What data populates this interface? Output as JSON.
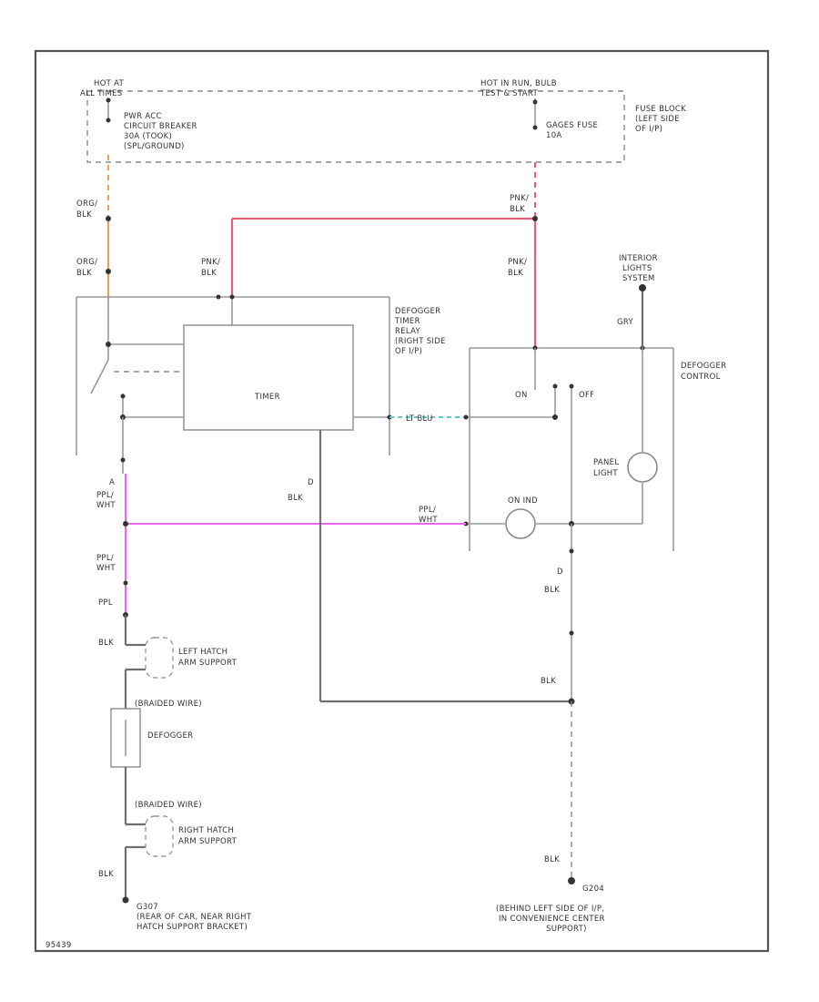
{
  "diagram": {
    "labels": {
      "hot_at_all_times": [
        "HOT AT",
        "ALL TIMES"
      ],
      "hot_in_run_bulb": [
        "HOT IN RUN, BULB",
        "TEST & START"
      ],
      "fuse_block": [
        "FUSE BLOCK",
        "(LEFT SIDE",
        "OF I/P)"
      ],
      "breaker": [
        "PWR ACC",
        "CIRCUIT BREAKER",
        "30A (TOOK)",
        "(SPL/GROUND)"
      ],
      "gages_fuse": [
        "GAGES FUSE",
        "10A"
      ],
      "org_blk_1": [
        "ORG/",
        "BLK"
      ],
      "org_blk_2": [
        "ORG/",
        "BLK"
      ],
      "pnk_blk_1": [
        "PNK/",
        "BLK"
      ],
      "pnk_blk_2": [
        "PNK/",
        "BLK"
      ],
      "pnk_blk_3": [
        "PNK/",
        "BLK"
      ],
      "interior_lights": [
        "INTERIOR",
        "LIGHTS",
        "SYSTEM"
      ],
      "timer_relay": [
        "DEFOGGER",
        "TIMER",
        "RELAY",
        "(RIGHT SIDE",
        "OF I/P)"
      ],
      "timer": "TIMER",
      "defogger_control": [
        "DEFOGGER",
        "CONTROL"
      ],
      "gry": "GRY",
      "on": "ON",
      "off": "OFF",
      "lt_blu": "LT BLU",
      "panel_light": [
        "PANEL",
        "LIGHT"
      ],
      "on_ind": "ON IND",
      "ppl_wht_1": [
        "PPL/",
        "WHT"
      ],
      "ppl_wht_2": [
        "PPL/",
        "WHT"
      ],
      "ppl_wht_3": [
        "PPL/",
        "WHT"
      ],
      "pin_a": "A",
      "pin_d": "D",
      "pin_d2": "D",
      "blk_d": "BLK",
      "blk_right_d": "BLK",
      "ppl": "PPL",
      "blk_left_1": "BLK",
      "left_hatch": [
        "LEFT HATCH",
        "ARM SUPPORT"
      ],
      "braided_1": "(BRAIDED WIRE)",
      "defogger": "DEFOGGER",
      "braided_2": "(BRAIDED WIRE)",
      "right_hatch": [
        "RIGHT HATCH",
        "ARM SUPPORT"
      ],
      "blk_left_2": "BLK",
      "blk_right_2": "BLK",
      "blk_right_3": "BLK",
      "g307": [
        "G307",
        "(REAR OF CAR, NEAR RIGHT",
        "HATCH SUPPORT BRACKET)"
      ],
      "g204": "G204",
      "g204_desc": [
        "(BEHIND LEFT SIDE OF I/P,",
        "IN CONVENIENCE CENTER",
        "SUPPORT)"
      ],
      "fig_id": "95439"
    },
    "wire_colors": {
      "orange": "#e8a060",
      "pink": "#e0607a",
      "purple": "#ee66ee",
      "light_blue": "#66c4cc",
      "gray": "#6f6f6f"
    }
  }
}
